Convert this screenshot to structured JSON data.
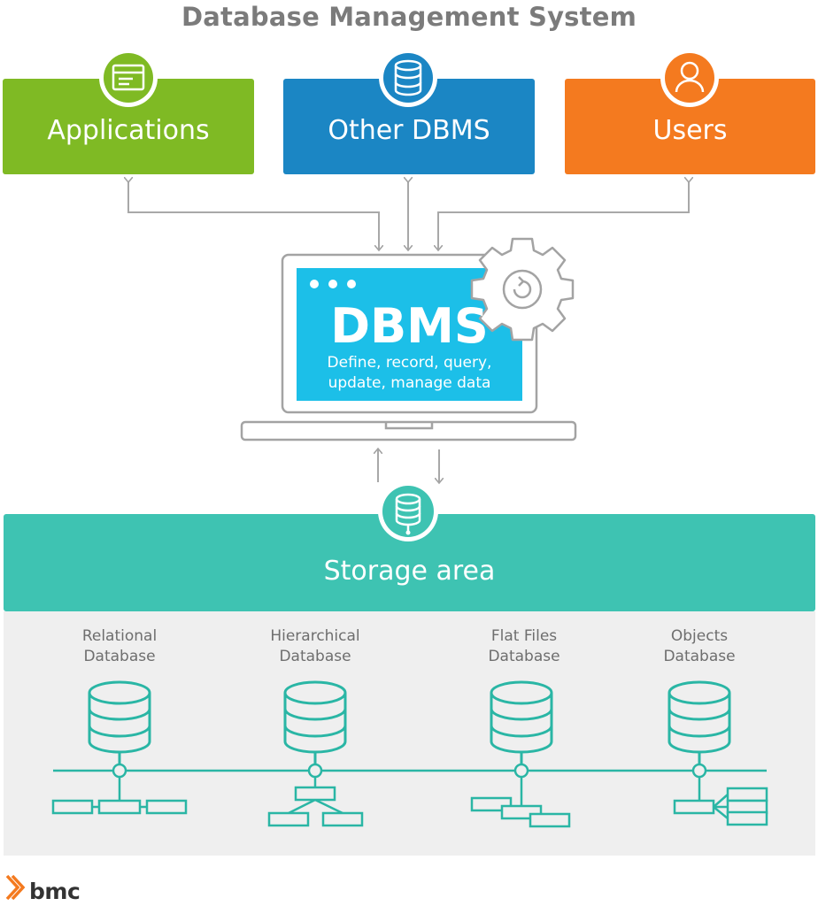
{
  "title": "Database Management System",
  "sources": {
    "applications": "Applications",
    "other_dbms": "Other DBMS",
    "users": "Users"
  },
  "dbms": {
    "title": "DBMS",
    "desc_line1": "Define, record, query,",
    "desc_line2": "update, manage data"
  },
  "storage": {
    "label": "Storage area"
  },
  "databases": [
    {
      "line1": "Relational",
      "line2": "Database"
    },
    {
      "line1": "Hierarchical",
      "line2": "Database"
    },
    {
      "line1": "Flat Files",
      "line2": "Database"
    },
    {
      "line1": "Objects",
      "line2": "Database"
    }
  ],
  "brand": {
    "name": "bmc"
  },
  "colors": {
    "applications": "#7fba24",
    "other_dbms": "#1b86c4",
    "users": "#f47a1f",
    "dbms_screen": "#1cbfe8",
    "storage": "#3ec3b2",
    "outline": "#9a9a9a",
    "title_text": "#7b7b7b"
  }
}
